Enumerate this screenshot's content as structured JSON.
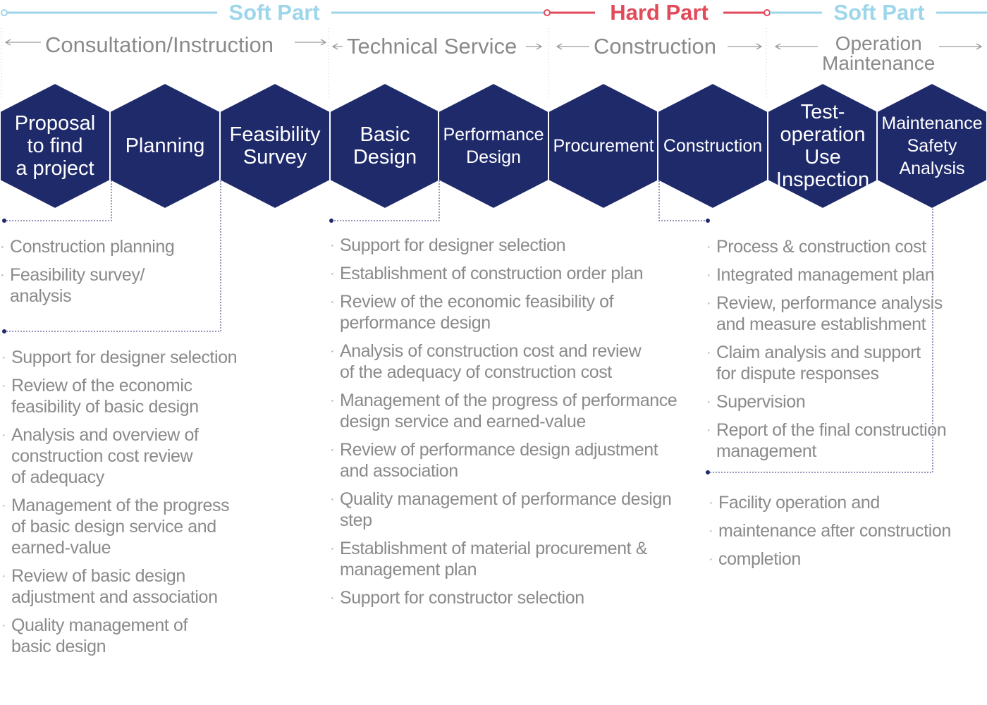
{
  "parts": [
    {
      "label": "Soft Part",
      "color": "#9dd6ea"
    },
    {
      "label": "Hard Part",
      "color": "#e24a5a"
    },
    {
      "label": "Soft Part",
      "color": "#9dd6ea"
    }
  ],
  "phases": [
    "Consultation/Instruction",
    "Technical Service",
    "Construction",
    "Operation\nMaintenance"
  ],
  "hex_color": "#1f2a6b",
  "steps": [
    "Proposal\nto find\na project",
    "Planning",
    "Feasibility\nSurvey",
    "Basic\nDesign",
    "Performance\nDesign",
    "Procurement",
    "Construction",
    "Test-\noperation\nUse\nInspection",
    "Maintenance\nSafety\nAnalysis"
  ],
  "task_groups": {
    "proposal": [
      "Construction planning",
      "Feasibility survey/\nanalysis"
    ],
    "feasibility": [
      "Support for designer selection",
      "Review of the economic\nfeasibility of basic design",
      "Analysis and overview of\nconstruction cost review\nof adequacy",
      "Management of the progress\nof basic design service and\nearned-value",
      "Review of basic design\nadjustment and association",
      "Quality management of\nbasic design"
    ],
    "performance": [
      "Support for designer selection",
      "Establishment of construction order plan",
      "Review of the economic feasibility of\nperformance design",
      "Analysis of construction cost and review\nof the adequacy of construction cost",
      "Management of the progress of performance\ndesign service and earned-value",
      "Review of performance design adjustment\nand association",
      "Quality management of performance design\nstep",
      "Establishment of material procurement &\nmanagement plan",
      "Support for constructor selection"
    ],
    "construction": [
      "Process & construction cost",
      "Integrated management plan",
      "Review, performance analysis\nand measure establishment",
      "Claim analysis and support\nfor dispute responses",
      "Supervision",
      "Report of the final construction\nmanagement"
    ],
    "maintenance": [
      "Facility operation and",
      "maintenance after construction",
      "completion"
    ]
  }
}
